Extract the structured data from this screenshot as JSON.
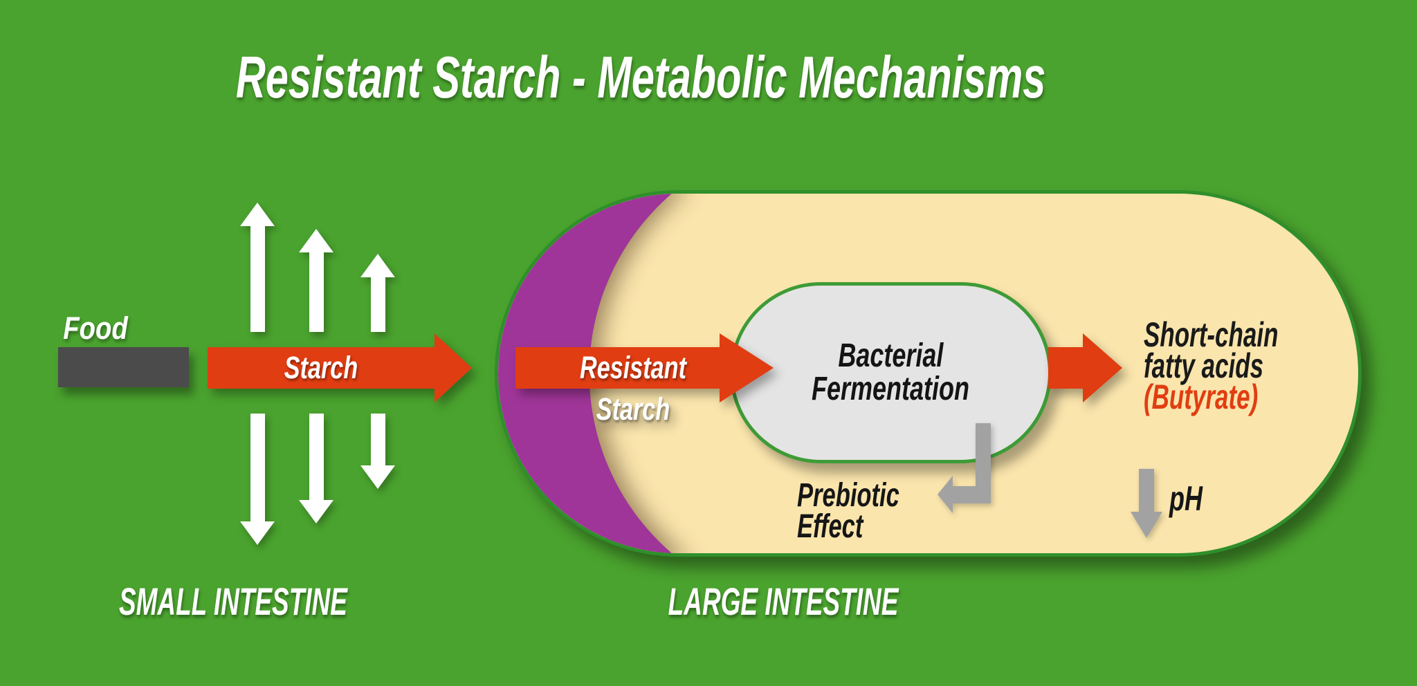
{
  "title": "Resistant Starch - Metabolic Mechanisms",
  "small_intestine": {
    "section_label": "SMALL INTESTINE",
    "food_label": "Food",
    "starch_arrow_label": "Starch"
  },
  "large_intestine": {
    "section_label": "LARGE INTESTINE",
    "resistant_starch_arrow_label": "Resistant Starch",
    "fermentation_box": {
      "line1": "Bacterial",
      "line2": "Fermentation"
    },
    "scfa": {
      "line1": "Short-chain",
      "line2": "fatty acids",
      "line3": "(Butyrate)"
    },
    "prebiotic": {
      "line1": "Prebiotic",
      "line2": "Effect"
    },
    "ph_label": "pH"
  },
  "colors": {
    "background_green": "#4AA32E",
    "capsule_border_green": "#2F8F2B",
    "capsule_fill_cream": "#FAE5AC",
    "mucosa_purple": "#9F3598",
    "arrow_orange": "#E13D12",
    "butyrate_text_orange": "#E13D12",
    "fermentation_box_fill": "#E4E4E4",
    "fermentation_box_border": "#3E9B36",
    "effect_arrow_gray": "#A2A2A2",
    "food_block_gray": "#4B4B4B",
    "text_black": "#161616",
    "text_white": "#FFFFFF"
  }
}
